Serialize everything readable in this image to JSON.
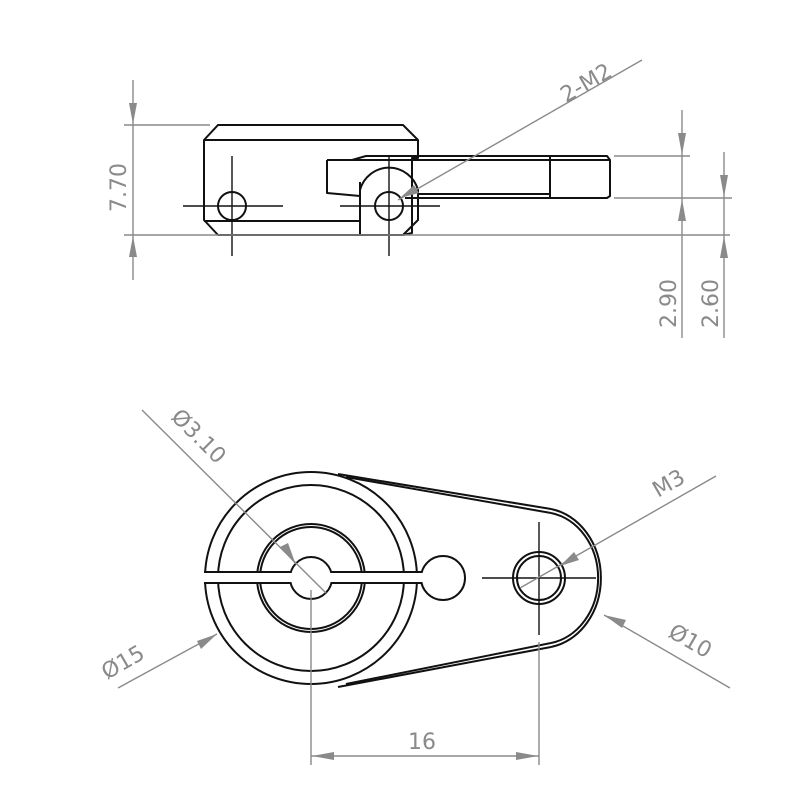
{
  "drawing": {
    "title": "Servo arm technical drawing",
    "colors": {
      "part_line": "#111111",
      "dimension_line": "#8a8a8a",
      "background": "#ffffff"
    },
    "side_view": {
      "dimensions": {
        "overall_height": "7.70",
        "hole_callout": "2-M2",
        "arm_offset_a": "2.90",
        "arm_offset_b": "2.60"
      }
    },
    "top_view": {
      "dimensions": {
        "center_bore": "Ø3.10",
        "hub_diameter": "Ø15",
        "end_hole": "M3",
        "end_radius_diameter": "Ø10",
        "hole_spacing": "16"
      }
    }
  }
}
